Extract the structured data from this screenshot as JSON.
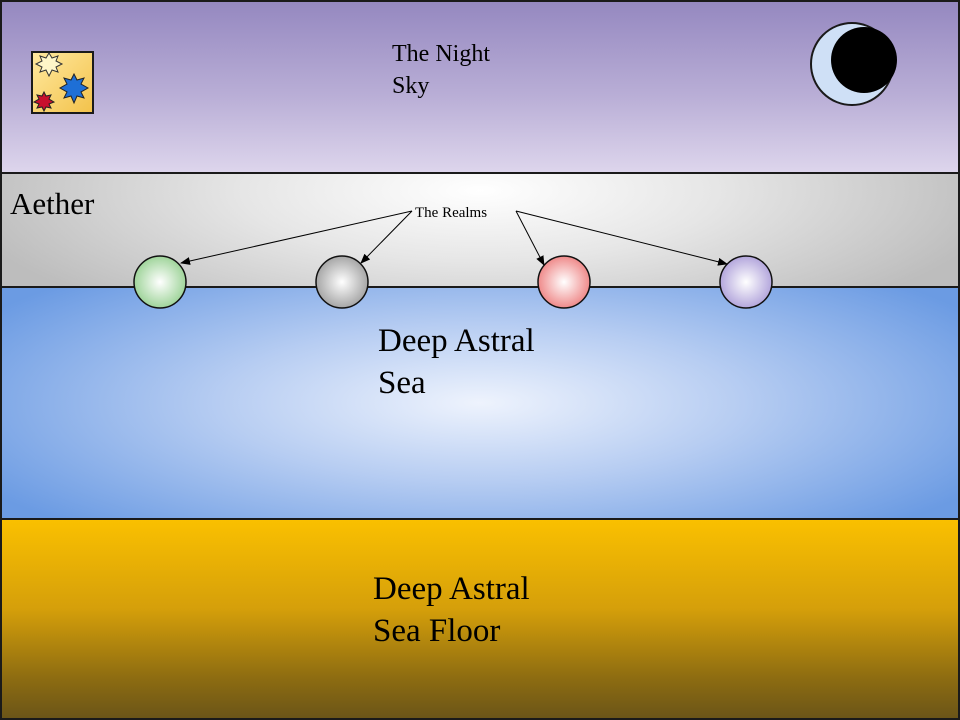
{
  "sky": {
    "title": "The Night\nSky"
  },
  "aether": {
    "title": "Aether"
  },
  "realms": {
    "label": "The Realms",
    "spheres": [
      {
        "color": "#9fd49a"
      },
      {
        "color": "#a6a6a6"
      },
      {
        "color": "#ef8a8a"
      },
      {
        "color": "#b3a6dc"
      }
    ]
  },
  "sea": {
    "title": "Deep Astral\nSea"
  },
  "floor": {
    "title": "Deep Astral\nSea Floor"
  },
  "colors": {
    "sky": "#a99fcf",
    "aether": "#e0e0e0",
    "sea": "#8fb3ec",
    "sea_floor": "#d49e0a",
    "moon": "#000000"
  },
  "icons": [
    "stars-icon",
    "moon-icon"
  ]
}
